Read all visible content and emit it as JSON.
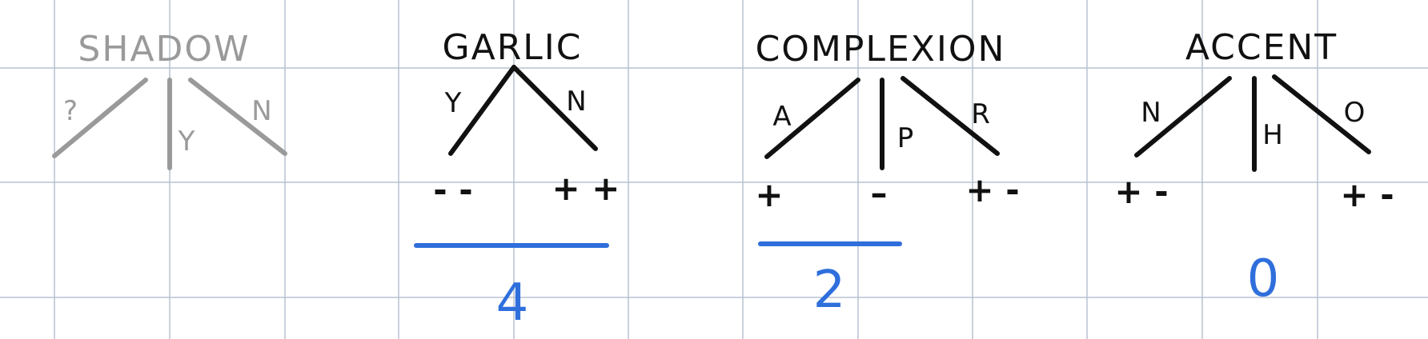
{
  "colors": {
    "grid": "#b7c2d0",
    "ink": "#111111",
    "faded": "#9a9a9a",
    "accent": "#2f6fdc"
  },
  "words": [
    {
      "word": "SHADOW",
      "branches": [
        "?",
        "Y",
        "N"
      ],
      "signs": [],
      "score": "",
      "faded": true
    },
    {
      "word": "GARLIC",
      "branches": [
        "Y",
        "N"
      ],
      "signs": [
        "- -",
        "+ +"
      ],
      "score": "4",
      "faded": false
    },
    {
      "word": "COMPLEXION",
      "branches": [
        "A",
        "P",
        "R"
      ],
      "signs": [
        "+",
        "–",
        "+ -"
      ],
      "score": "2",
      "faded": false
    },
    {
      "word": "ACCENT",
      "branches": [
        "N",
        "H",
        "O"
      ],
      "signs": [
        "+ -",
        "+ -"
      ],
      "score": "0",
      "faded": false
    }
  ]
}
